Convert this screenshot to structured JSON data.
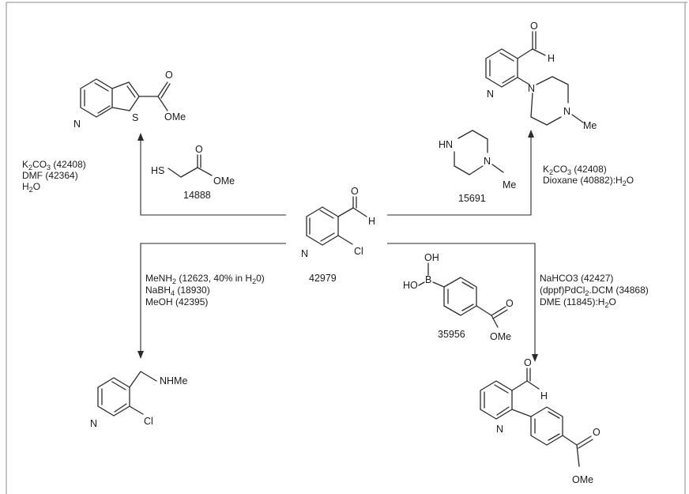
{
  "colors": {
    "ink": "#1a1a1a",
    "frame": "#8a8a8a",
    "background": "#ffffff"
  },
  "center": {
    "compound_id": "42979",
    "atoms": {
      "aldehyde_o": "O",
      "aldehyde_h": "H",
      "ring_n": "N",
      "chloro": "Cl"
    }
  },
  "route_thiophene": {
    "reagent_id": "14888",
    "reagent_atoms": {
      "sh": "HS",
      "o": "O",
      "ome": "OMe"
    },
    "conditions": {
      "line1": {
        "pre": "K",
        "sub1": "2",
        "mid": "CO",
        "sub2": "3",
        "post": " (42408)"
      },
      "line2": "DMF (42364)",
      "line3": {
        "pre": "H",
        "sub": "2",
        "post": "O"
      }
    },
    "product_atoms": {
      "n": "N",
      "s": "S",
      "o": "O",
      "ome": "OMe"
    }
  },
  "route_piperazine": {
    "reagent_id": "15691",
    "reagent_atoms": {
      "hn": "HN",
      "n": "N",
      "me": "Me"
    },
    "conditions": {
      "line1": {
        "pre": "K",
        "sub1": "2",
        "mid": "CO",
        "sub2": "3",
        "post": " (42408)"
      },
      "line2": {
        "pre": "Dioxane (40882):H",
        "sub": "2",
        "post": "O"
      }
    },
    "product_atoms": {
      "o": "O",
      "h": "H",
      "ring_n": "N",
      "pip_n1": "N",
      "pip_n2": "N",
      "me": "Me"
    }
  },
  "route_amination": {
    "conditions": {
      "line1": {
        "pre": "MeNH",
        "sub1": "2",
        "mid": " (12623, 40% in H",
        "sub2": "2",
        "post": "0)"
      },
      "line2": {
        "pre": "NaBH",
        "sub": "4",
        "post": " (18930)"
      },
      "line3": "MeOH (42395)"
    },
    "product_atoms": {
      "nhme": "NHMe",
      "ring_n": "N",
      "chloro": "Cl"
    }
  },
  "route_suzuki": {
    "reagent_id": "35956",
    "reagent_atoms": {
      "oh_top": "OH",
      "ho": "HO",
      "b": "B",
      "o": "O",
      "ome": "OMe"
    },
    "conditions": {
      "line1": "NaHCO3 (42427)",
      "line2": {
        "pre": "(dppf)PdCl",
        "sub": "2",
        "post": ".DCM (34868)"
      },
      "line3": {
        "pre": "DME (11845):H",
        "sub": "2",
        "post": "O"
      }
    },
    "product_atoms": {
      "o": "O",
      "h": "H",
      "ring_n": "N",
      "ester_o": "O",
      "ome": "OMe"
    }
  }
}
